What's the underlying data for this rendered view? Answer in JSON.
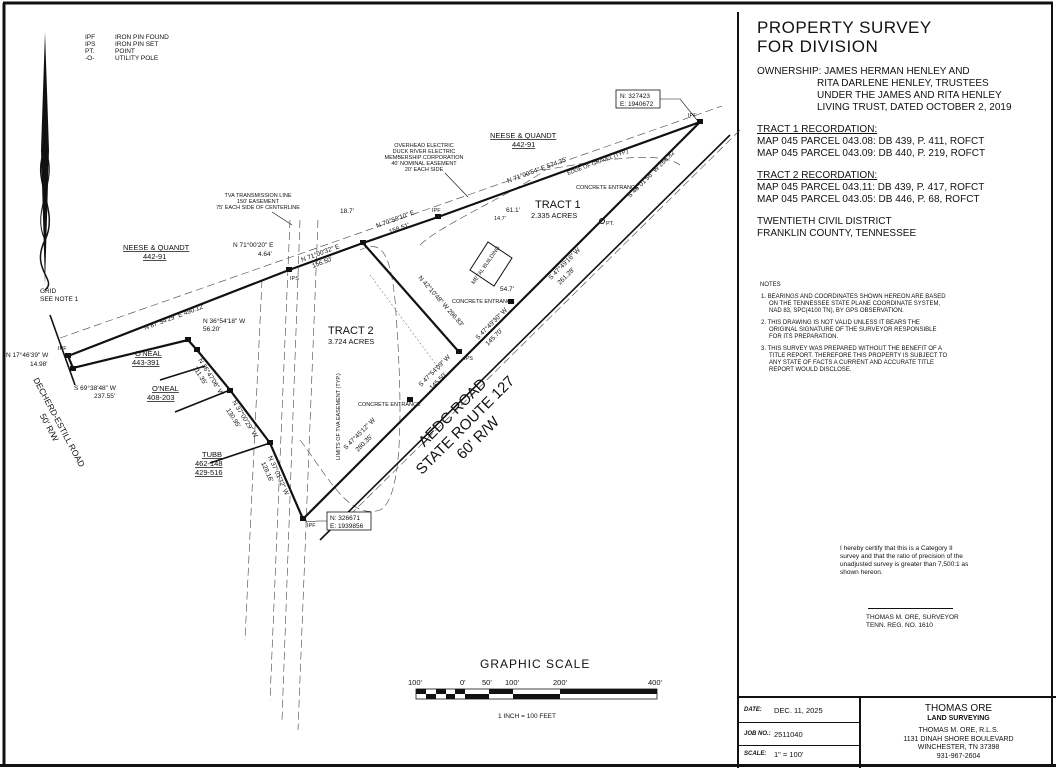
{
  "legend": [
    {
      "abbr": "IPF",
      "meaning": "IRON PIN FOUND"
    },
    {
      "abbr": "IPS",
      "meaning": "IRON PIN SET"
    },
    {
      "abbr": "PT.",
      "meaning": "POINT"
    },
    {
      "abbr": "-O-",
      "meaning": "UTILITY POLE"
    }
  ],
  "north_arrow": {
    "line1": "GRID",
    "line2": "SEE NOTE 1"
  },
  "drawing": {
    "tract1": {
      "name": "TRACT 1",
      "acres": "2.335 ACRES"
    },
    "tract2": {
      "name": "TRACT 2",
      "acres": "3.724 ACRES"
    },
    "road_main": {
      "line1": "AEDC ROAD",
      "line2": "STATE ROUTE 127",
      "line3": "60' R/W"
    },
    "road_west": {
      "line1": "DECHERD-ESTILL ROAD",
      "line2": "50' R/W"
    },
    "owners": {
      "neese1": {
        "name": "NEESE & QUANDT",
        "ref": "442-91"
      },
      "neese2": {
        "name": "NEESE & QUANDT",
        "ref": "442-91"
      },
      "oneal1": {
        "name": "O'NEAL",
        "ref": "443-391"
      },
      "oneal2": {
        "name": "O'NEAL",
        "ref": "408-203"
      },
      "tubb": {
        "name": "TUBB",
        "ref1": "462-148",
        "ref2": "429-516"
      }
    },
    "coords": {
      "ne": {
        "n": "N: 327423",
        "e": "E: 1940672"
      },
      "sw": {
        "n": "N: 326671",
        "e": "E: 1939856"
      }
    },
    "tva": {
      "l1": "TVA TRANSMISSION LINE",
      "l2": "150' EASEMENT",
      "l3": "75' EACH SIDE OF CENTERLINE"
    },
    "electric": {
      "l1": "OVERHEAD ELECTRIC",
      "l2": "DUCK RIVER ELECTRIC",
      "l3": "MEMBERSHIP CORPORATION",
      "l4": "40' NOMINAL EASEMENT",
      "l5": "20' EACH SIDE"
    },
    "calls": {
      "c1": "N 87°54'29\" E  490.12'",
      "c2": "N 71°00'20\" E",
      "c2d": "4.64'",
      "c3": "N 71°00'32\" E",
      "c3d": "156.50'",
      "c4": "N 70°58'10\" E",
      "c4d": "158.51'",
      "c5": "N 71°00'54\" E  574.35'",
      "c6": "S 46°01'56\" W  266.82'",
      "c7": "S 47°49'16\" W",
      "c7d": "261.28'",
      "c8": "S 47°49'30\" W",
      "c8d": "145.70'",
      "c9": "S 47°54'09\" W",
      "c9d": "145.50'",
      "c10": "S 47°45'12\" W",
      "c10d": "280.35'",
      "c11": "N 42°10'48\" W  296.83'",
      "c12": "N 17°46'39\" W",
      "c12d": "14.98'",
      "c13": "S 69°38'48\" W",
      "c13d": "237.55'",
      "c14": "N 36°54'18\" W",
      "c14d": "56.20'",
      "c15": "N 36°47'06\" W",
      "c15d": "111.35'",
      "c16": "N 37°00'29\" W",
      "c16d": "130.95'",
      "c17": "N 37°01'32\" W",
      "c17d": "128.16'"
    },
    "misc": {
      "d187": "18.7'",
      "d611": "61.1'",
      "d147": "14.7'",
      "d547": "54.7'",
      "metal_building": "METAL BUILDING",
      "concrete": "CONCRETE ENTRANCE",
      "gravel": "EDGE OF GRAVEL (TYP.)",
      "pt": "PT.",
      "limits": "LIMITS OF TVA EASEMENT (TYP.)",
      "ipf": "IPF",
      "ips": "IPS"
    }
  },
  "scale": {
    "title": "GRAPHIC SCALE",
    "ticks": [
      "100'",
      "0'",
      "50'",
      "100'",
      "200'",
      "400'"
    ],
    "caption": "1 INCH = 100 FEET"
  },
  "panel": {
    "title1": "PROPERTY SURVEY",
    "title2": "FOR DIVISION",
    "ownership": [
      "OWNERSHIP:  JAMES HERMAN HENLEY AND",
      "RITA DARLENE HENLEY, TRUSTEES",
      "UNDER THE JAMES AND RITA HENLEY",
      "LIVING TRUST, DATED OCTOBER 2, 2019"
    ],
    "tract1_head": "TRACT 1 RECORDATION:",
    "tract1": [
      "MAP 045 PARCEL 043.08:  DB 439, P. 411, ROFCT",
      "MAP 045 PARCEL 043.09:  DB 440, P. 219, ROFCT"
    ],
    "tract2_head": "TRACT 2 RECORDATION:",
    "tract2": [
      "MAP 045 PARCEL 043.11:  DB 439, P. 417, ROFCT",
      "MAP 045 PARCEL 043.05:  DB 446, P. 68, ROFCT"
    ],
    "district": [
      "TWENTIETH CIVIL DISTRICT",
      "FRANKLIN COUNTY, TENNESSEE"
    ]
  },
  "notes": {
    "title": "NOTES",
    "items": [
      "1. BEARINGS AND COORDINATES SHOWN HEREON ARE BASED ON THE TENNESSEE STATE PLANE COORDINATE SYSTEM, NAD 83, SPC(4100 TN), BY GPS OBSERVATION.",
      "2. THIS DRAWING IS NOT VALID UNLESS IT BEARS THE ORIGINAL SIGNATURE OF THE SURVEYOR RESPONSIBLE FOR ITS PREPARATION.",
      "3. THIS SURVEY WAS PREPARED WITHOUT THE BENEFIT OF A TITLE REPORT. THEREFORE THIS PROPERTY IS SUBJECT TO ANY STATE OF FACTS A CURRENT AND ACCURATE TITLE REPORT WOULD DISCLOSE."
    ]
  },
  "certification": {
    "text": "I hereby certify that this is a Category II survey and that the ratio of precision of the unadjusted survey is greater than 7,500:1 as shown hereon.",
    "name": "THOMAS M. ORE, SURVEYOR",
    "reg": "TENN. REG. NO. 1610"
  },
  "title_block": {
    "date_label": "DATE:",
    "date": "DEC. 11, 2025",
    "job_label": "JOB NO.:",
    "job": "2511040",
    "scale_label": "SCALE:",
    "scale": "1\" = 100'",
    "firm": "THOMAS ORE",
    "firm_sub": "LAND SURVEYING",
    "surveyor": "THOMAS M. ORE, R.L.S.",
    "address1": "1131 DINAH SHORE BOULEVARD",
    "address2": "WINCHESTER, TN 37398",
    "phone": "931-967-2604"
  }
}
